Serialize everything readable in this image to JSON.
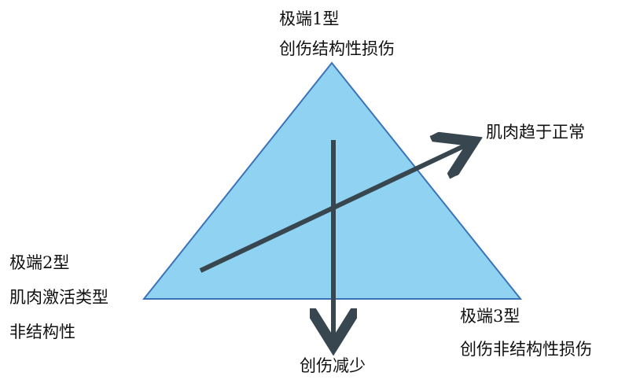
{
  "diagram": {
    "colors": {
      "triangle_fill": "#90d2f2",
      "triangle_stroke": "#3a73b8",
      "arrow": "#37464f",
      "text": "#111111"
    },
    "labels": {
      "top": {
        "line1": "极端1型",
        "line2": "创伤结构性损伤"
      },
      "left": {
        "line1": "极端2型",
        "line2": "肌肉激活类型",
        "line3": "非结构性"
      },
      "right": {
        "line1": "极端3型",
        "line2": "创伤非结构性损伤"
      },
      "arrow_diagonal": "肌肉趋于正常",
      "arrow_down": "创伤减少"
    }
  }
}
